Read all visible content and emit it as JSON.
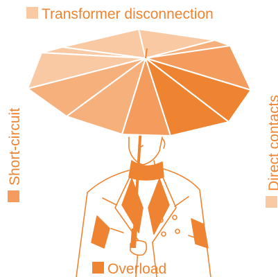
{
  "colors": {
    "lightest": "#f9c9a3",
    "light": "#f6b07c",
    "mid": "#f39c5d",
    "dark": "#ee8431",
    "line": "#ee8431",
    "label_text": "#ee8431",
    "background": "#ffffff"
  },
  "labels": {
    "top": {
      "text": "Transformer disconnection",
      "swatch_color": "#f9c9a3"
    },
    "left": {
      "text": "Short-circuit",
      "swatch_color": "#f39c5d"
    },
    "right": {
      "text": "Direct contacts",
      "swatch_color": "#f9c9a3"
    },
    "bottom": {
      "text": "Overload",
      "swatch_color": "#ee8431"
    }
  }
}
